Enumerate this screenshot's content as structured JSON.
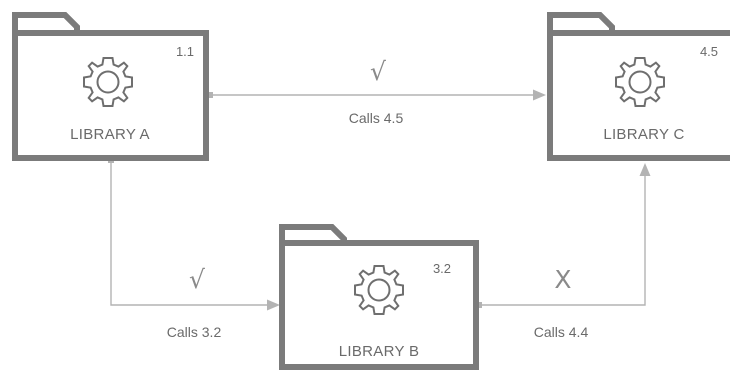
{
  "libraries": [
    {
      "id": "a",
      "name": "LIBRARY A",
      "version": "1.1"
    },
    {
      "id": "b",
      "name": "LIBRARY B",
      "version": "3.2"
    },
    {
      "id": "c",
      "name": "LIBRARY C",
      "version": "4.5"
    }
  ],
  "connections": [
    {
      "from": "a",
      "to": "c",
      "label": "Calls 4.5",
      "status": "√"
    },
    {
      "from": "a",
      "to": "b",
      "label": "Calls 3.2",
      "status": "√"
    },
    {
      "from": "b",
      "to": "c",
      "label": "Calls 4.4",
      "status": "X"
    }
  ],
  "colors": {
    "folder_stroke": "#7b7b7b",
    "connector": "#b3b3b3",
    "text": "#6a6a6a"
  },
  "icons": {
    "library": "folder-icon",
    "settings": "gear-icon"
  }
}
